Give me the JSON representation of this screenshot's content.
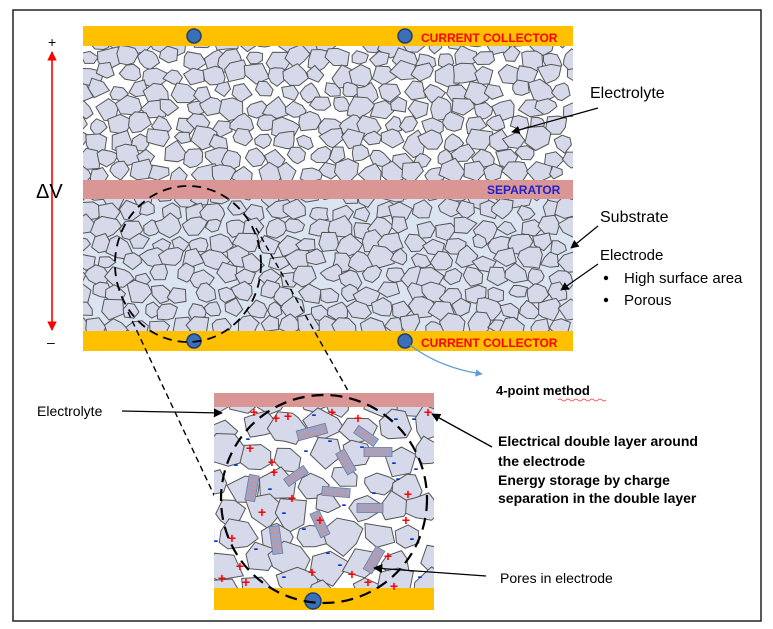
{
  "colors": {
    "collector": "#ffc000",
    "separator": "#d99694",
    "particle_fill": "#d6d9ea",
    "particle_stroke": "#555555",
    "substrate_bg": "#dbe5f1",
    "plus": "#ff0000",
    "minus": "#0033cc",
    "rod_fill": "#9aa6c8",
    "rod_stripe": "#e08a8a",
    "dot_fill": "#3b6fb6",
    "collector_text": "#ff0000",
    "separator_text": "#2222cc",
    "voltage_arrow": "#ff0000",
    "method_arrow": "#5b9bd5"
  },
  "labels": {
    "collector_top": "CURRENT COLLECTOR",
    "collector_bottom": "CURRENT COLLECTOR",
    "separator": "SEPARATOR",
    "plus_sign": "+",
    "minus_sign": "–",
    "delta_v": "ΔV",
    "electrolyte_top": "Electrolyte",
    "substrate": "Substrate",
    "electrode": "Electrode",
    "bullet_1": "High surface area",
    "bullet_2": "Porous",
    "method": "4-point  method",
    "electrolyte_left": "Electrolyte",
    "edl_line1": "Electrical double layer around",
    "edl_line2": "the electrode",
    "edl_line3": "Energy storage by charge",
    "edl_line4": "separation in the double layer",
    "pores": "Pores in electrode",
    "charge_plus": "+",
    "charge_minus": "-"
  },
  "icons": {
    "terminal": "terminal-dot-icon",
    "bullet": "bullet-dot-icon"
  }
}
